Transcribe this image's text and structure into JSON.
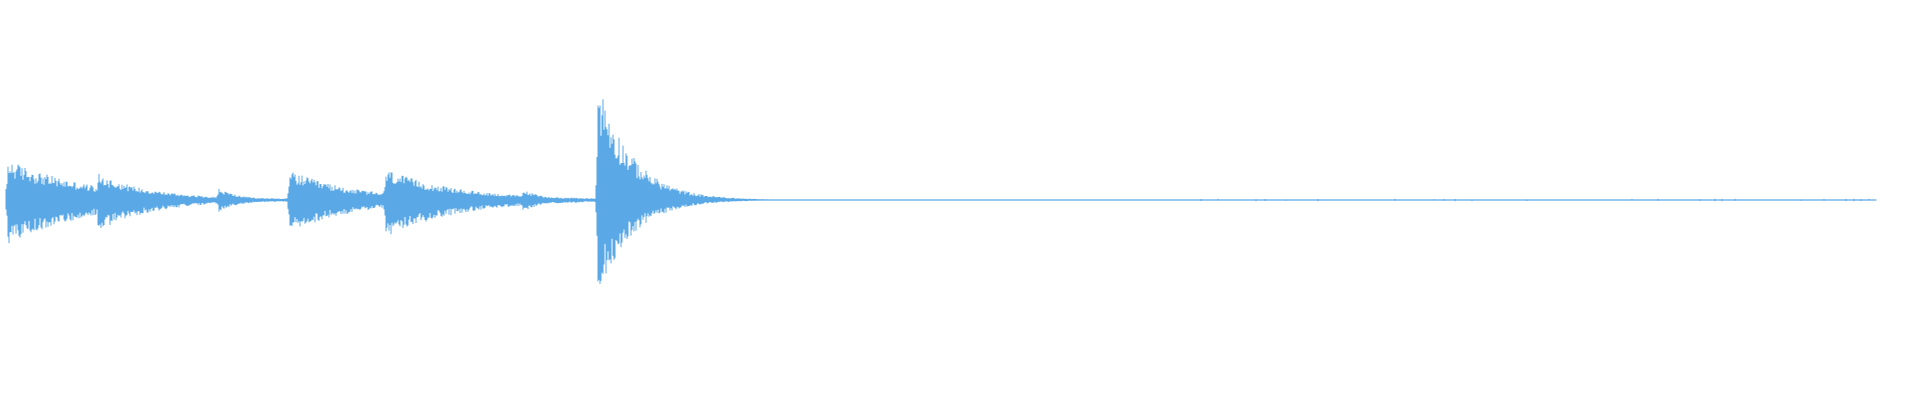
{
  "waveform": {
    "color": "#5aa9e6",
    "background": "#ffffff",
    "baseline_amplitude": 0.004,
    "onsets": [
      {
        "t": 0.004,
        "peak": 0.38,
        "decay": 0.045,
        "bias": 0.04
      },
      {
        "t": 0.052,
        "peak": 0.26,
        "decay": 0.03,
        "bias": 0.08
      },
      {
        "t": 0.116,
        "peak": 0.11,
        "decay": 0.012,
        "bias": 0.02
      },
      {
        "t": 0.154,
        "peak": 0.28,
        "decay": 0.035,
        "bias": 0.05
      },
      {
        "t": 0.205,
        "peak": 0.31,
        "decay": 0.038,
        "bias": 0.1
      },
      {
        "t": 0.278,
        "peak": 0.1,
        "decay": 0.012,
        "bias": 0.06
      },
      {
        "t": 0.318,
        "peak": 0.98,
        "decay": 0.018,
        "bias": -0.12
      }
    ],
    "tail_speckles": [
      0.639,
      0.648,
      0.668,
      0.673,
      0.684,
      0.701,
      0.742,
      0.763,
      0.768,
      0.774,
      0.783,
      0.812,
      0.868,
      0.882,
      0.904,
      0.912,
      0.916,
      0.923,
      0.958,
      0.97,
      0.982,
      0.986,
      0.99,
      0.994
    ],
    "visible_end": 0.998
  }
}
